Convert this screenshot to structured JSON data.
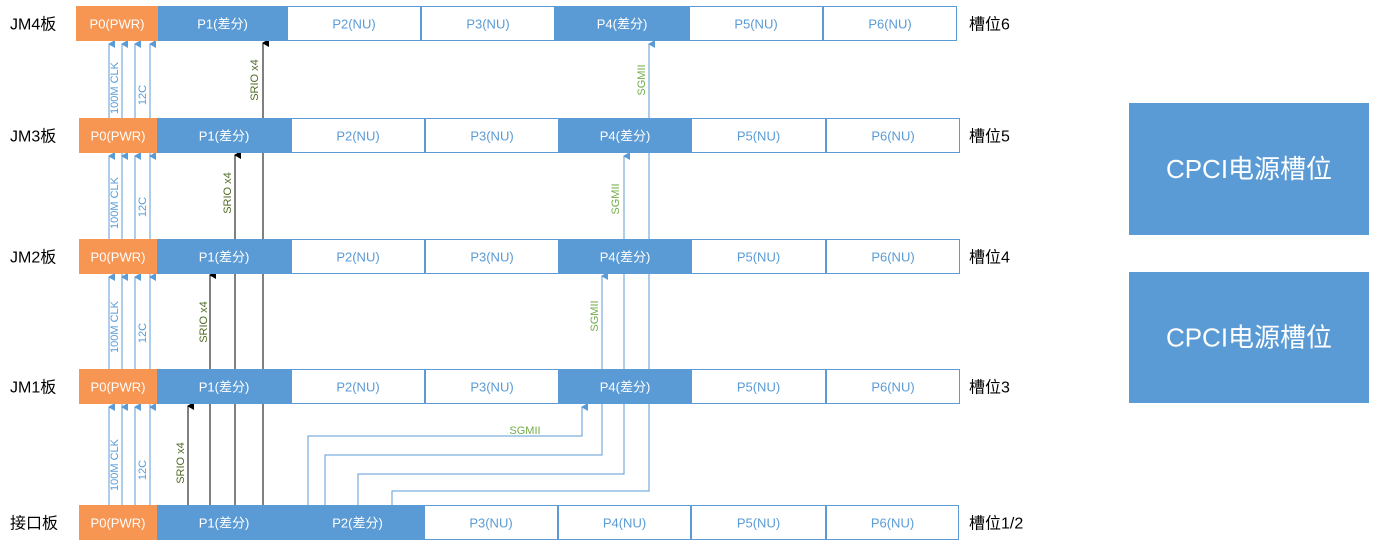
{
  "colors": {
    "pwr_fill": "#F79552",
    "diff_fill": "#5B9BD5",
    "nu_fill": "#FFFFFF",
    "cell_border": "#5B9BD5",
    "line_blue": "#5B9BD5",
    "line_black": "#000000",
    "sgmii_text": "#70AD47",
    "srio_text": "#4E6B24",
    "psu_fill": "#5B9BD5"
  },
  "rows": [
    {
      "board": "JM4板",
      "slot": "槽位6",
      "ports": [
        {
          "label": "P0(PWR)",
          "kind": "pwr"
        },
        {
          "label": "P1(差分)",
          "kind": "diff"
        },
        {
          "label": "P2(NU)",
          "kind": "nu"
        },
        {
          "label": "P3(NU)",
          "kind": "nu"
        },
        {
          "label": "P4(差分)",
          "kind": "diff"
        },
        {
          "label": "P5(NU)",
          "kind": "nu"
        },
        {
          "label": "P6(NU)",
          "kind": "nu"
        }
      ]
    },
    {
      "board": "JM3板",
      "slot": "槽位5",
      "ports": [
        {
          "label": "P0(PWR)",
          "kind": "pwr"
        },
        {
          "label": "P1(差分)",
          "kind": "diff"
        },
        {
          "label": "P2(NU)",
          "kind": "nu"
        },
        {
          "label": "P3(NU)",
          "kind": "nu"
        },
        {
          "label": "P4(差分)",
          "kind": "diff"
        },
        {
          "label": "P5(NU)",
          "kind": "nu"
        },
        {
          "label": "P6(NU)",
          "kind": "nu"
        }
      ]
    },
    {
      "board": "JM2板",
      "slot": "槽位4",
      "ports": [
        {
          "label": "P0(PWR)",
          "kind": "pwr"
        },
        {
          "label": "P1(差分)",
          "kind": "diff"
        },
        {
          "label": "P2(NU)",
          "kind": "nu"
        },
        {
          "label": "P3(NU)",
          "kind": "nu"
        },
        {
          "label": "P4(差分)",
          "kind": "diff"
        },
        {
          "label": "P5(NU)",
          "kind": "nu"
        },
        {
          "label": "P6(NU)",
          "kind": "nu"
        }
      ]
    },
    {
      "board": "JM1板",
      "slot": "槽位3",
      "ports": [
        {
          "label": "P0(PWR)",
          "kind": "pwr"
        },
        {
          "label": "P1(差分)",
          "kind": "diff"
        },
        {
          "label": "P2(NU)",
          "kind": "nu"
        },
        {
          "label": "P3(NU)",
          "kind": "nu"
        },
        {
          "label": "P4(差分)",
          "kind": "diff"
        },
        {
          "label": "P5(NU)",
          "kind": "nu"
        },
        {
          "label": "P6(NU)",
          "kind": "nu"
        }
      ]
    },
    {
      "board": "接口板",
      "slot": "槽位1/2",
      "ports": [
        {
          "label": "P0(PWR)",
          "kind": "pwr"
        },
        {
          "label": "P1(差分)",
          "kind": "diff"
        },
        {
          "label": "P2(差分)",
          "kind": "diff"
        },
        {
          "label": "P3(NU)",
          "kind": "nu"
        },
        {
          "label": "P4(NU)",
          "kind": "nu"
        },
        {
          "label": "P5(NU)",
          "kind": "nu"
        },
        {
          "label": "P6(NU)",
          "kind": "nu"
        }
      ]
    }
  ],
  "signals": {
    "clk": "100M CLK",
    "i2c": "12C",
    "srio": "SRIO x4",
    "sgmii": "SGMII"
  },
  "psu_slots": [
    {
      "label": "CPCI电源槽位"
    },
    {
      "label": "CPCI电源槽位"
    }
  ]
}
